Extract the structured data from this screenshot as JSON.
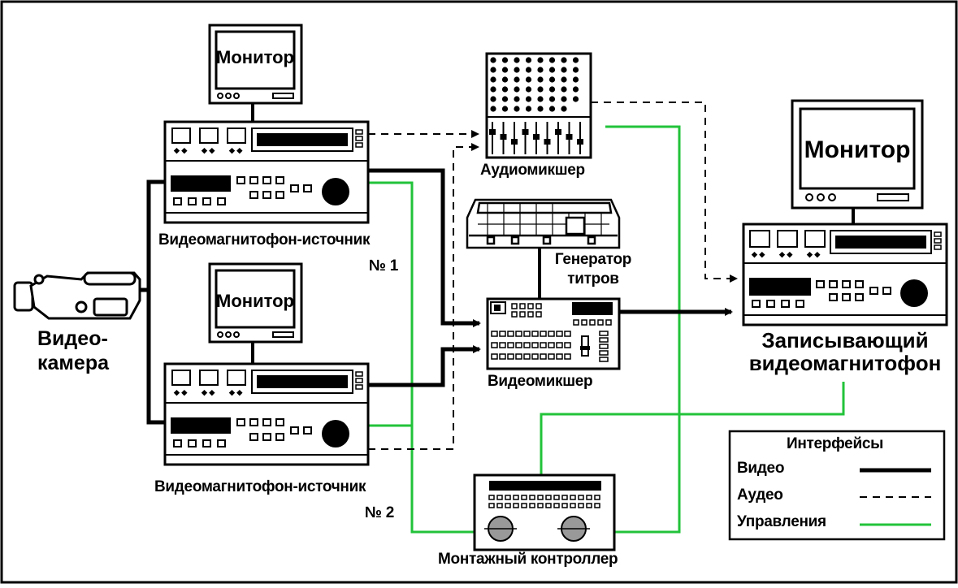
{
  "devices": {
    "monitor_top_label": "Монитор",
    "monitor_mid_label": "Монитор",
    "monitor_rec_label": "Монитор",
    "vcr_source1_label": "Видеомагнитофон-источник",
    "vcr_source1_number": "№ 1",
    "vcr_source2_label": "Видеомагнитофон-источник",
    "vcr_source2_number": "№ 2",
    "camera_label_line1": "Видео-",
    "camera_label_line2": "камера",
    "audio_mixer_label": "Аудиомикшер",
    "title_gen_line1": "Генератор",
    "title_gen_line2": "титров",
    "video_mixer_label": "Видеомикшер",
    "recorder_label_line1": "Записывающий",
    "recorder_label_line2": "видеомагнитофон",
    "edit_controller_label": "Монтажный контроллер"
  },
  "legend": {
    "title": "Интерфейсы",
    "video": "Видео",
    "audio": "Аудео",
    "control": "Управления"
  },
  "colors": {
    "video_line": "#000000",
    "audio_line": "#000000",
    "control_line": "#22c33a",
    "background": "#ffffff"
  }
}
